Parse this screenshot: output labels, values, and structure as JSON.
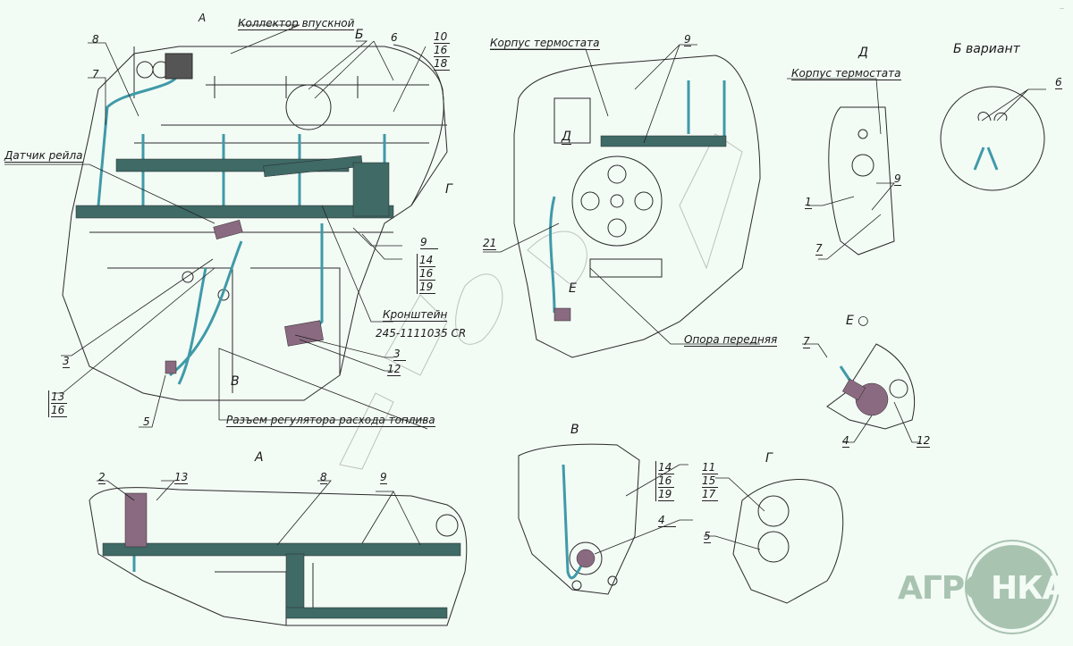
{
  "document": {
    "type": "wiring harness installation drawing",
    "corner_mark": "..."
  },
  "views": {
    "main_left": {
      "labels": {
        "intake_manifold": "Коллектор впускной",
        "rail_sensor": "Датчик рейла",
        "bracket": "Кронштейн",
        "bracket_part": "245-1111035 CR",
        "fuel_regulator_connector": "Разъем регулятора расхода топлива",
        "view_a_marker": "А",
        "view_b_marker": "Б",
        "view_v_marker": "В",
        "view_g_marker": "Г"
      },
      "callouts": [
        "8",
        "7",
        "6",
        "3",
        "12",
        "5",
        "9"
      ],
      "stack_10_16_18": [
        "10",
        "16",
        "18"
      ],
      "stack_14_16_19": [
        "14",
        "16",
        "19"
      ],
      "stack_13_16": [
        "13",
        "16"
      ],
      "callout_3b": "3"
    },
    "front_view": {
      "labels": {
        "thermostat_housing": "Корпус термостата",
        "front_support": "Опора передняя",
        "view_d_marker": "Д",
        "view_e_marker": "Е"
      },
      "callouts": [
        "9",
        "21"
      ]
    },
    "view_d": {
      "title": "Д",
      "label": "Корпус термостата",
      "callouts": [
        "1",
        "9",
        "7"
      ]
    },
    "view_b_variant": {
      "title": "Б вариант",
      "callouts": [
        "6"
      ]
    },
    "view_e": {
      "title": "Е",
      "callouts": [
        "7",
        "4",
        "12"
      ]
    },
    "view_a": {
      "title": "А",
      "callouts": [
        "2",
        "13",
        "8",
        "9"
      ]
    },
    "view_v": {
      "title": "В",
      "stack": [
        "14",
        "16",
        "19"
      ],
      "callouts": [
        "4"
      ]
    },
    "view_g": {
      "title": "Г",
      "stack": [
        "11",
        "15",
        "17"
      ],
      "callouts": [
        "5"
      ]
    }
  },
  "logo": {
    "part1": "АГРО",
    "part2": "НКА"
  },
  "colors": {
    "background": "#f3fbf5",
    "line": "#2a2a2a",
    "harness": "#3f9aa8",
    "rail": "#3f6a66",
    "connector": "#8a6a80",
    "logo": "#a9c3b1"
  }
}
